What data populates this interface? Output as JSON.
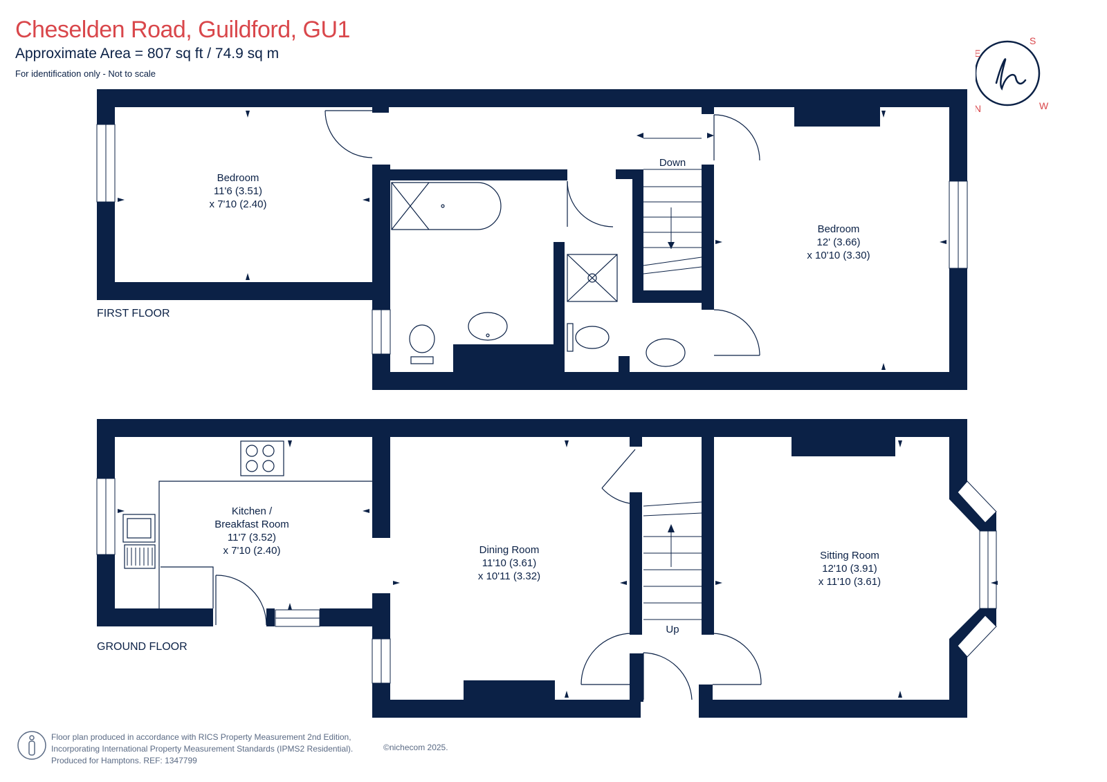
{
  "header": {
    "title": "Cheselden Road, Guildford, GU1",
    "area": "Approximate Area = 807 sq ft / 74.9 sq m",
    "note": "For identification only - Not to scale"
  },
  "compass": {
    "n": "N",
    "e": "E",
    "s": "S",
    "w": "W"
  },
  "first_floor": {
    "label": "FIRST FLOOR",
    "stairs": "Down",
    "bedroom_1": {
      "name": "Bedroom",
      "dim1": "11'6 (3.51)",
      "dim2": "x 7'10 (2.40)"
    },
    "bedroom_2": {
      "name": "Bedroom",
      "dim1": "12' (3.66)",
      "dim2": "x 10'10 (3.30)"
    }
  },
  "ground_floor": {
    "label": "GROUND FLOOR",
    "stairs": "Up",
    "kitchen": {
      "name1": "Kitchen /",
      "name2": "Breakfast Room",
      "dim1": "11'7 (3.52)",
      "dim2": "x 7'10 (2.40)"
    },
    "dining": {
      "name": "Dining Room",
      "dim1": "11'10 (3.61)",
      "dim2": "x 10'11 (3.32)"
    },
    "sitting": {
      "name": "Sitting Room",
      "dim1": "12'10 (3.91)",
      "dim2": "x 11'10 (3.61)"
    }
  },
  "footer": {
    "line1": "Floor plan produced in accordance with RICS Property Measurement 2nd Edition,",
    "line2": "Incorporating International Property Measurement Standards (IPMS2 Residential).",
    "line3": "Produced for Hamptons.  REF:  1347799",
    "copyright": "©nichecom 2025."
  },
  "colors": {
    "wall": "#0b2146",
    "title": "#d9474b",
    "window": "#ffffff"
  }
}
